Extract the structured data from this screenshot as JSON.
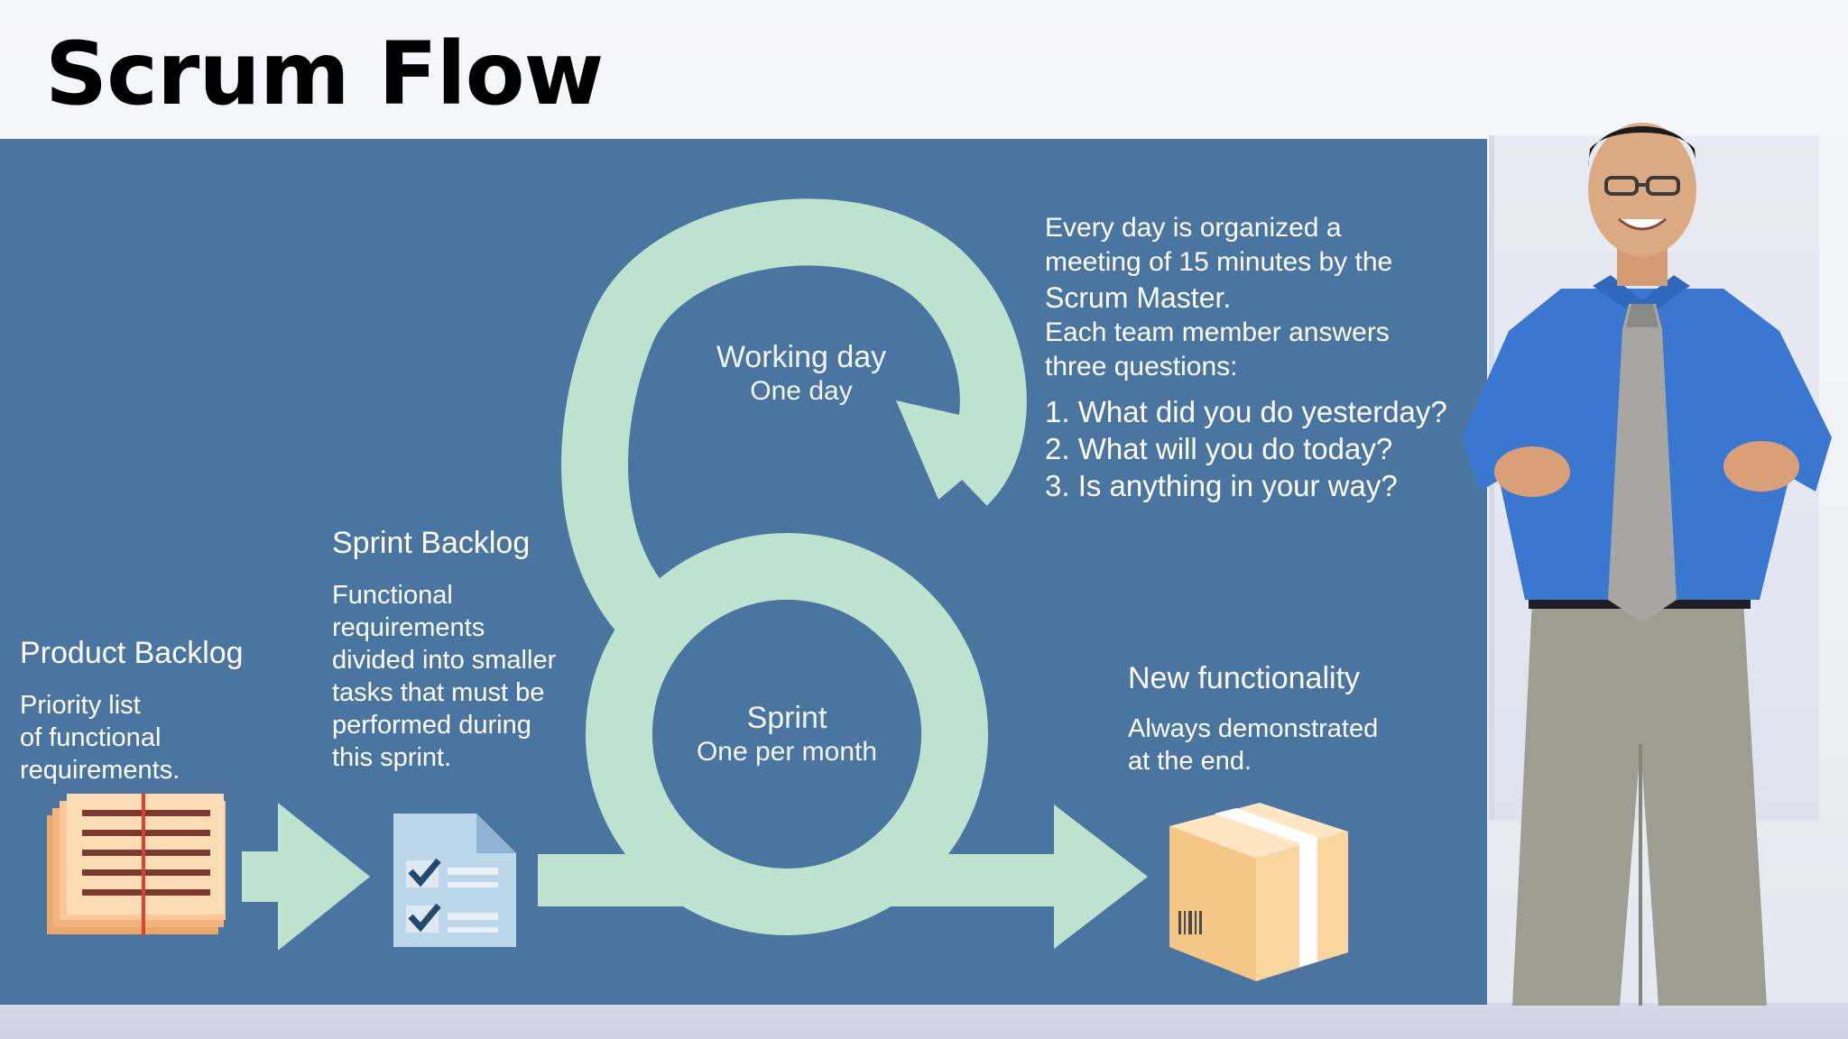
{
  "slide": {
    "title": "Scrum Flow"
  },
  "diagram": {
    "colors": {
      "panel": "#4b75a1",
      "flow": "#bde3cf",
      "text": "#ffffff"
    },
    "product_backlog": {
      "heading": "Product Backlog",
      "lines": [
        "Priority list",
        "of functional",
        "requirements."
      ],
      "icon": "ledger-icon"
    },
    "sprint_backlog": {
      "heading": "Sprint Backlog",
      "lines": [
        "Functional",
        "requirements",
        "divided into smaller",
        "tasks that must be",
        "performed during",
        "this sprint."
      ],
      "icon": "checklist-icon"
    },
    "working_day": {
      "title": "Working day",
      "subtitle": "One day"
    },
    "sprint": {
      "title": "Sprint",
      "subtitle": "One per month"
    },
    "daily_meeting": {
      "intro": [
        "Every day is organized a",
        "meeting of 15 minutes by the",
        "Scrum Master.",
        "Each team member answers",
        "three questions:"
      ],
      "questions": [
        "1. What did you do yesterday?",
        "2. What will you do today?",
        "3. Is anything in your way?"
      ]
    },
    "new_functionality": {
      "heading": "New functionality",
      "lines": [
        "Always demonstrated",
        "at the end."
      ],
      "icon": "box-icon"
    }
  }
}
